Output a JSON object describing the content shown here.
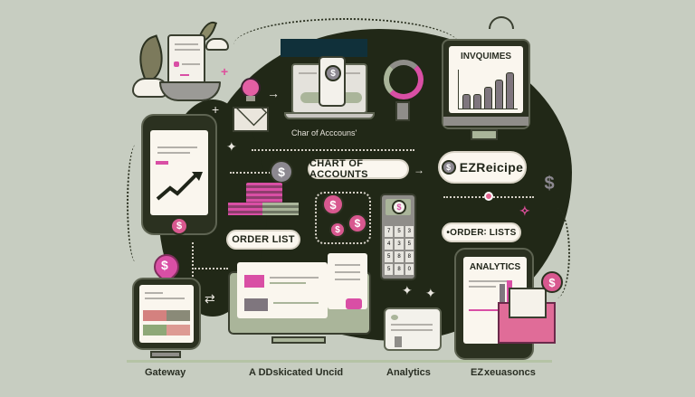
{
  "colors": {
    "background": "#c7cdc1",
    "blob": "#212817",
    "accent_pink": "#d94fa5",
    "accent_green": "#aab59a",
    "paper": "#faf6ee"
  },
  "top_banner_block": "",
  "laptop_caption": "Char of Acccouns'",
  "pills": {
    "chart_of_accounts": "CHART OF ACCOUNTS",
    "ezreicipe": "EZReicipe",
    "order_list": "ORDER LIST",
    "order_lists": "•ORDER∶ LISTS"
  },
  "monitor_top_right": {
    "title": "INVQUIMES",
    "bars": [
      30,
      30,
      44,
      60,
      76
    ]
  },
  "tablet_right": {
    "title": "ANALYTICS"
  },
  "calculator": {
    "keys": [
      "7",
      "5",
      "3",
      "4",
      "3",
      "5",
      "5",
      "8",
      "8",
      "5",
      "8",
      "0"
    ],
    "symbol": "$"
  },
  "icons": {
    "dollar": "$"
  },
  "bottom_labels": [
    {
      "id": "gateway",
      "text": "Gateway"
    },
    {
      "id": "dedicated",
      "text": "A DDskicated Uncid"
    },
    {
      "id": "analytics",
      "text": "Analytics"
    },
    {
      "id": "ez",
      "text": "EZ xeuasoncs"
    }
  ]
}
